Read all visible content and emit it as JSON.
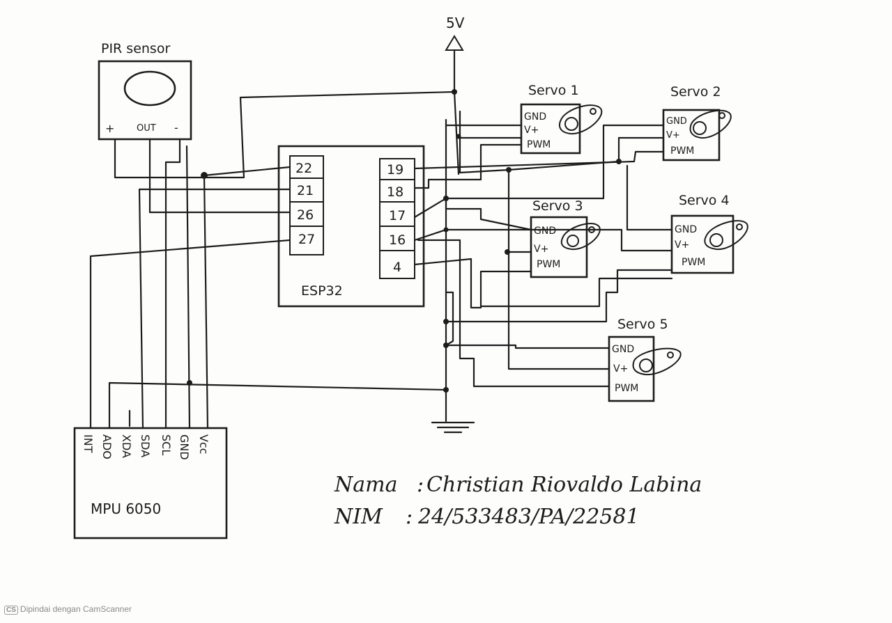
{
  "diagram": {
    "supply_label": "5V",
    "pir": {
      "title": "PIR sensor",
      "plus": "+",
      "out": "OUT",
      "minus": "-"
    },
    "esp": {
      "name": "ESP32",
      "left_pins": [
        "22",
        "21",
        "26",
        "27"
      ],
      "right_pins": [
        "19",
        "18",
        "17",
        "16",
        "4"
      ]
    },
    "mpu": {
      "name": "MPU 6050",
      "pins": [
        "INT",
        "ADO",
        "XDA",
        "SDA",
        "SCL",
        "GND",
        "Vcc"
      ]
    },
    "servos": [
      {
        "title": "Servo 1",
        "pins": [
          "GND",
          "V+",
          "PWM"
        ]
      },
      {
        "title": "Servo 2",
        "pins": [
          "GND",
          "V+",
          "PWM"
        ]
      },
      {
        "title": "Servo 3",
        "pins": [
          "GND",
          "V+",
          "PWM"
        ]
      },
      {
        "title": "Servo 4",
        "pins": [
          "GND",
          "V+",
          "PWM"
        ]
      },
      {
        "title": "Servo 5",
        "pins": [
          "GND",
          "V+",
          "PWM"
        ]
      }
    ]
  },
  "author": {
    "name_label": "Nama",
    "name_value": "Christian Riovaldo Labina",
    "nim_label": "NIM",
    "nim_value": "24/533483/PA/22581"
  },
  "footer": {
    "badge": "CS",
    "text": "Dipindai dengan CamScanner"
  }
}
